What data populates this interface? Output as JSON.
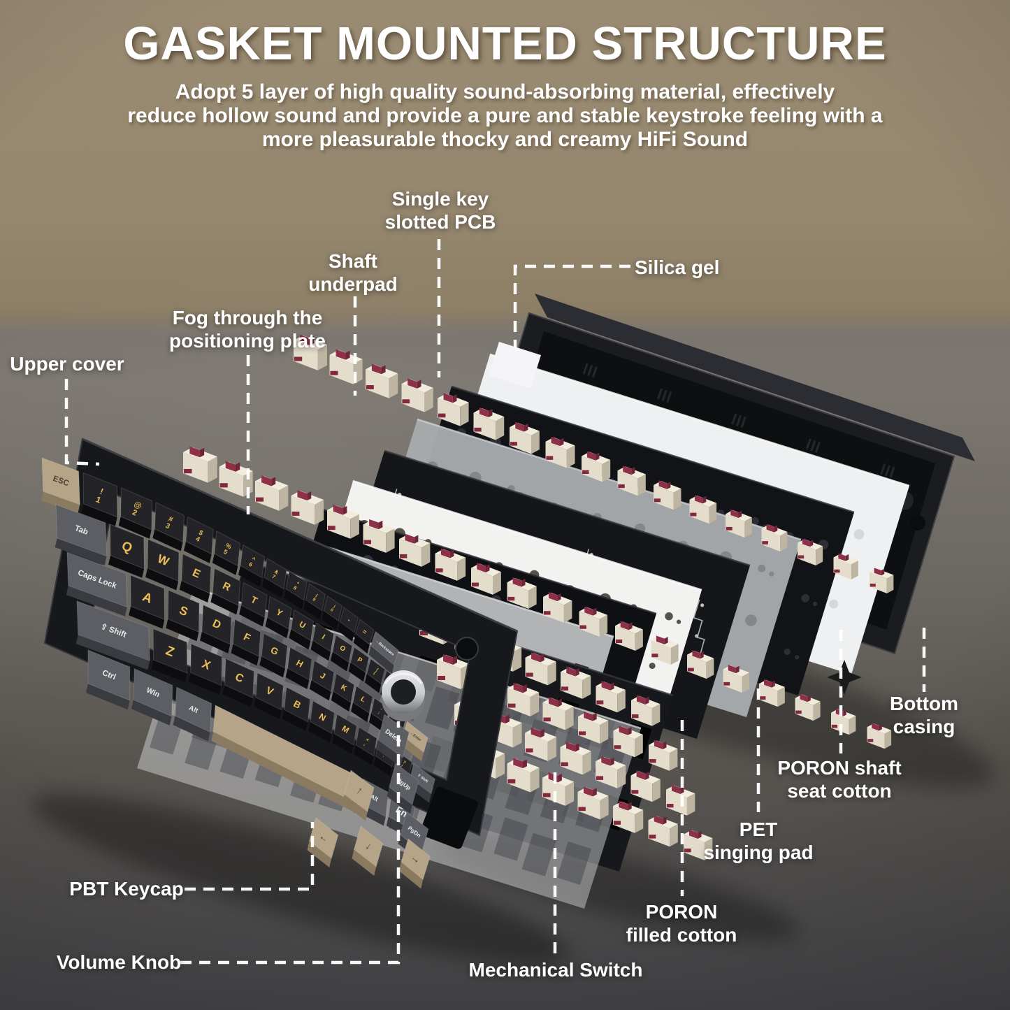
{
  "title": "GASKET MOUNTED STRUCTURE",
  "subtitle_lines": [
    "Adopt 5 layer of high quality sound-absorbing material, effectively",
    "reduce hollow sound and provide a pure and stable keystroke feeling with a",
    "more pleasurable thocky and creamy HiFi Sound"
  ],
  "callouts": {
    "upper_cover": {
      "lines": [
        "Upper cover"
      ]
    },
    "fog_plate": {
      "lines": [
        "Fog through the",
        "positioning plate"
      ]
    },
    "shaft_underpad": {
      "lines": [
        "Shaft",
        "underpad"
      ]
    },
    "single_key_pcb": {
      "lines": [
        "Single key",
        "slotted PCB"
      ]
    },
    "silica_gel": {
      "lines": [
        "Silica gel"
      ]
    },
    "bottom_casing": {
      "lines": [
        "Bottom",
        "casing"
      ]
    },
    "poron_shaft_seat": {
      "lines": [
        "PORON shaft",
        "seat cotton"
      ]
    },
    "pet_singing_pad": {
      "lines": [
        "PET",
        "singing pad"
      ]
    },
    "poron_filled": {
      "lines": [
        "PORON",
        "filled cotton"
      ]
    },
    "mechanical_switch": {
      "lines": [
        "Mechanical Switch"
      ]
    },
    "pbt_keycap": {
      "lines": [
        "PBT Keycap"
      ]
    },
    "volume_knob": {
      "lines": [
        "Volume Knob"
      ]
    }
  },
  "layers_back_to_front": [
    "Bottom casing",
    "Silica gel",
    "PORON shaft seat cotton",
    "PET singing pad",
    "Single key slotted PCB",
    "Shaft underpad",
    "PORON filled cotton",
    "Positioning plate",
    "Black mounting plate",
    "Fog through the positioning plate",
    "Mechanical switches",
    "Upper cover",
    "PBT keycaps",
    "Volume knob"
  ],
  "keyboard": {
    "row_numbers": [
      "ESC",
      [
        "!",
        "1"
      ],
      [
        "@",
        "2"
      ],
      [
        "#",
        "3"
      ],
      [
        "$",
        "4"
      ],
      [
        "%",
        "5"
      ],
      [
        "^",
        "6"
      ],
      [
        "&",
        "7"
      ],
      [
        "*",
        "8"
      ],
      [
        "(",
        "9"
      ],
      [
        ")",
        "0"
      ],
      "-",
      "=",
      "←Backspace"
    ],
    "row_tab": [
      "Tab",
      "Q",
      "W",
      "E",
      "R",
      "T",
      "Y",
      "U",
      "I",
      "O",
      "P",
      [
        "{",
        "["
      ],
      [
        "}",
        "]"
      ],
      [
        "|",
        "\\"
      ]
    ],
    "row_caps": [
      "Caps Lock",
      "A",
      "S",
      "D",
      "F",
      "G",
      "H",
      "J",
      "K",
      "L",
      [
        ":",
        ";"
      ],
      [
        "\"",
        "'"
      ],
      "←Enter"
    ],
    "row_shift": [
      "⇧ Shift",
      "Z",
      "X",
      "C",
      "V",
      "B",
      "N",
      "M",
      [
        "<",
        ","
      ],
      [
        ">",
        "."
      ],
      [
        "?",
        "/"
      ],
      "⇧ Shift"
    ],
    "row_bottom": [
      "Ctrl",
      "Win",
      "Alt",
      "",
      "Alt",
      "Fn"
    ],
    "nav_keys": [
      "Delete",
      "PgUp",
      "PgDn"
    ],
    "arrow_keys": [
      "↑",
      "←",
      "↓",
      "→"
    ]
  },
  "colors": {
    "wall_tan": "#93846c",
    "table_gray": "#57544f",
    "key_black_top": "#242428",
    "key_gray_top": "#5d5e64",
    "key_tan_top": "#b5a487",
    "legend_gold": "#ecbf55",
    "legend_white": "#e9eaec",
    "legend_dark": "#4a4132",
    "switch_body": "#e4ddcb",
    "switch_stem": "#8e3048",
    "cover_black": "#17181b",
    "plate_silver": "#b1b3b5",
    "plate_white": "#f2f2f0",
    "pcb_black": "#15161a",
    "silica_white": "#eff0f2",
    "knob_silver": "#c9cbcd",
    "callout_line": "#ffffff"
  }
}
